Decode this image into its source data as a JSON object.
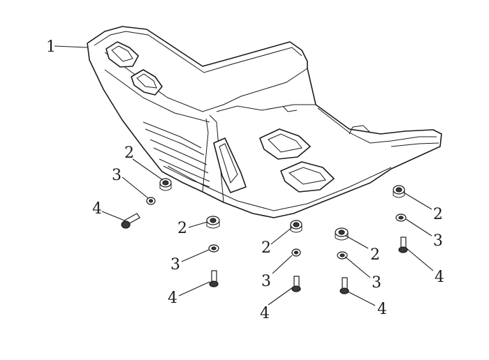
{
  "diagram": {
    "callouts": [
      {
        "id": "c1",
        "label": "1"
      },
      {
        "id": "c2a",
        "label": "2"
      },
      {
        "id": "c3a",
        "label": "3"
      },
      {
        "id": "c4a",
        "label": "4"
      },
      {
        "id": "c2b",
        "label": "2"
      },
      {
        "id": "c3b",
        "label": "3"
      },
      {
        "id": "c4b",
        "label": "4"
      },
      {
        "id": "c2c",
        "label": "2"
      },
      {
        "id": "c3c",
        "label": "3"
      },
      {
        "id": "c4c",
        "label": "4"
      },
      {
        "id": "c2d",
        "label": "2"
      },
      {
        "id": "c3d",
        "label": "3"
      },
      {
        "id": "c4d",
        "label": "4"
      },
      {
        "id": "c2e",
        "label": "2"
      },
      {
        "id": "c3e",
        "label": "3"
      },
      {
        "id": "c4e",
        "label": "4"
      }
    ]
  }
}
